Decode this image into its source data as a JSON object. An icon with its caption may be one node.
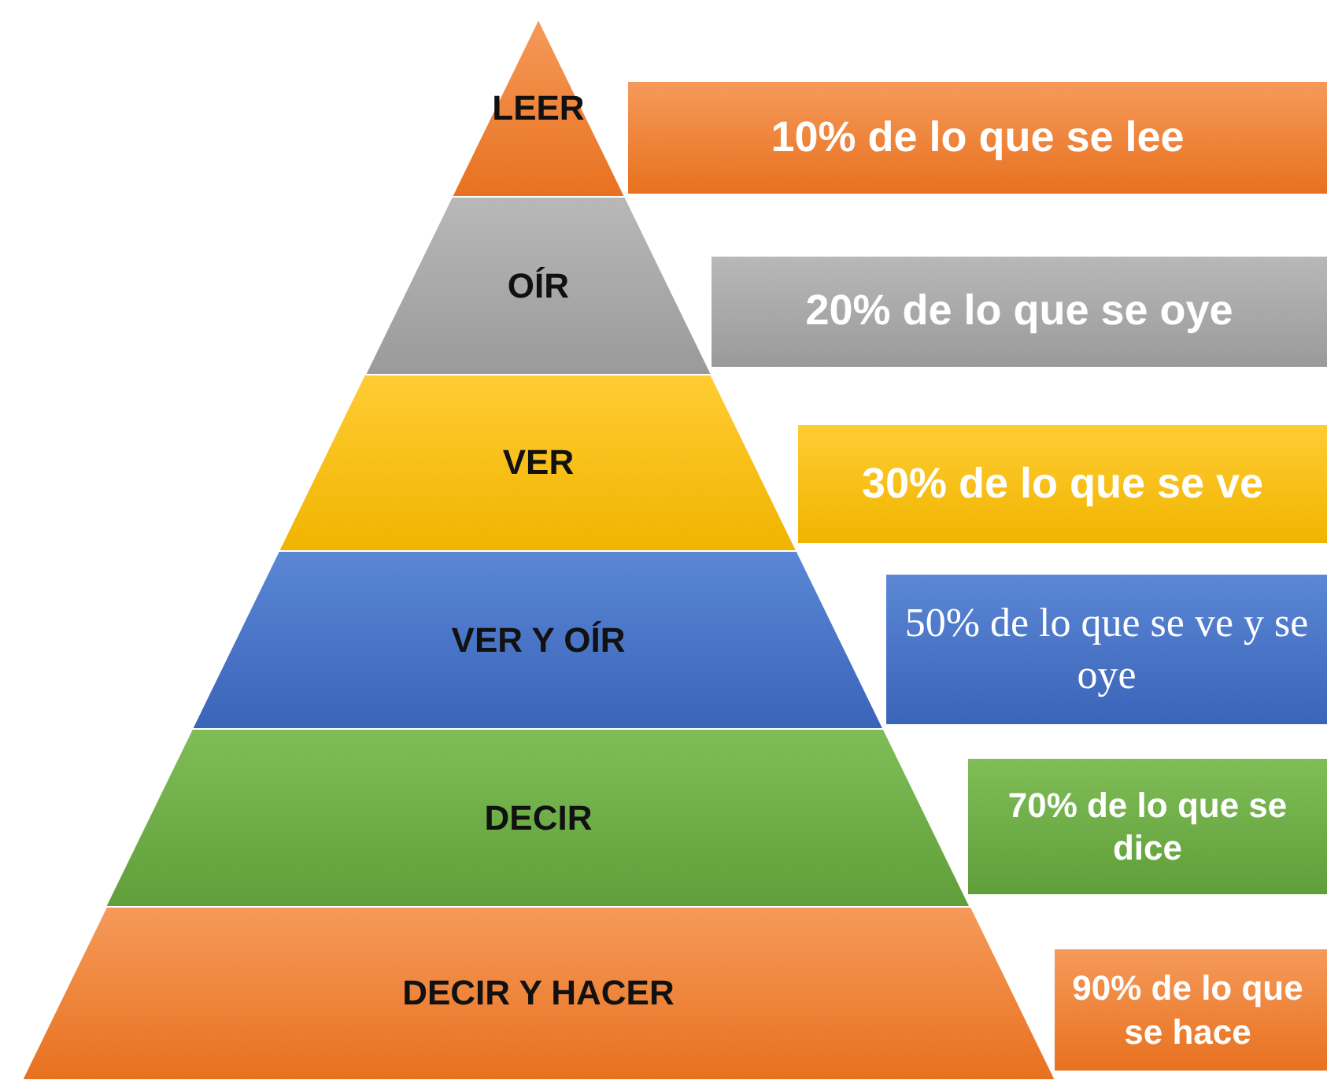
{
  "diagram": {
    "nodes": [
      {
        "text": [
          "LEER"
        ]
      },
      {
        "text": [
          "10% de lo que se lee"
        ]
      },
      {
        "text": [
          "OÍR"
        ]
      },
      {
        "text": [
          "20% de lo que se oye"
        ]
      },
      {
        "text": [
          "VER"
        ]
      },
      {
        "text": [
          "30% de lo que se ve"
        ]
      },
      {
        "text": [
          "VER Y OÍR"
        ]
      },
      {
        "text": [
          "50% de lo que se ve y se oye"
        ]
      },
      {
        "text": [
          "DECIR"
        ]
      },
      {
        "text": [
          "70% de lo que se dice"
        ]
      },
      {
        "text": [
          "DECIR Y HACER"
        ]
      },
      {
        "text": [
          "90% de lo que se hace"
        ]
      }
    ]
  }
}
